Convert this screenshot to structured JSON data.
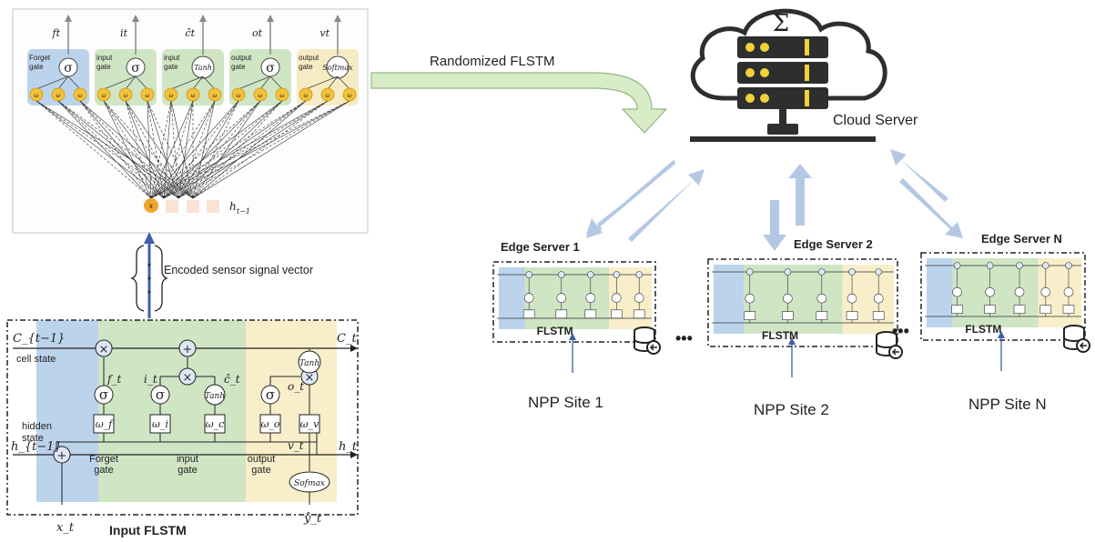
{
  "top_panel": {
    "gates": [
      {
        "name": "Forget gate",
        "symbol": "σ",
        "out": "f_t",
        "color": "#bcd3ec"
      },
      {
        "name": "input gate",
        "symbol": "σ",
        "out": "i_t",
        "color": "#cfe5c4"
      },
      {
        "name": "input gate",
        "symbol": "Tanh",
        "out": "ĉ_t",
        "color": "#cfe5c4"
      },
      {
        "name": "output gate",
        "symbol": "σ",
        "out": "o_t",
        "color": "#cfe5c4"
      },
      {
        "name": "output gate",
        "symbol": "Softmax",
        "out": "v_t",
        "color": "#f6ebc2"
      }
    ],
    "weight_label": "ω",
    "input_x": "x_t",
    "input_h": "h_{t-1}"
  },
  "labels": {
    "randomized": "Randomized FLSTM",
    "cloud_sigma": "Σ",
    "cloud_server": "Cloud Server",
    "encoded": "Encoded sensor signal vector",
    "input_flstm": "Input FLSTM",
    "dots": "•••"
  },
  "bottom_cell": {
    "C_prev": "C_{t−1}",
    "C_next": "C_t",
    "cell_state": "cell state",
    "hidden_state": "hidden\nstate",
    "h_prev": "h_{t−1}",
    "h_next": "h_t",
    "x": "x_t",
    "y": "ŷ_t",
    "f": "f_t",
    "i": "i_t",
    "c": "ĉ_t",
    "o": "o_t",
    "v": "v_t",
    "w_f": "ω_f",
    "w_i": "ω_i",
    "w_c": "ω_c",
    "w_o": "ω_o",
    "w_v": "ω_v",
    "sigma": "σ",
    "tanh": "Tanh",
    "softmax": "Sofmax",
    "forget_gate": "Forget\ngate",
    "input_gate": "input\ngate",
    "output_gate": "output\ngate"
  },
  "edges": [
    {
      "title": "Edge Server 1",
      "model": "FLSTM",
      "site": "NPP Site 1"
    },
    {
      "title": "Edge Server 2",
      "model": "FLSTM",
      "site": "NPP Site 2"
    },
    {
      "title": "Edge Server N",
      "model": "FLSTM",
      "site": "NPP Site N"
    }
  ],
  "colors": {
    "blue": "#bcd3ec",
    "green": "#cfe5c4",
    "yellow": "#f8eec9",
    "arrow": "#b4c8e4",
    "cloud_dark": "#2e2e2e",
    "server_yellow": "#f0d23a",
    "node_orange": "#f0a52a"
  }
}
